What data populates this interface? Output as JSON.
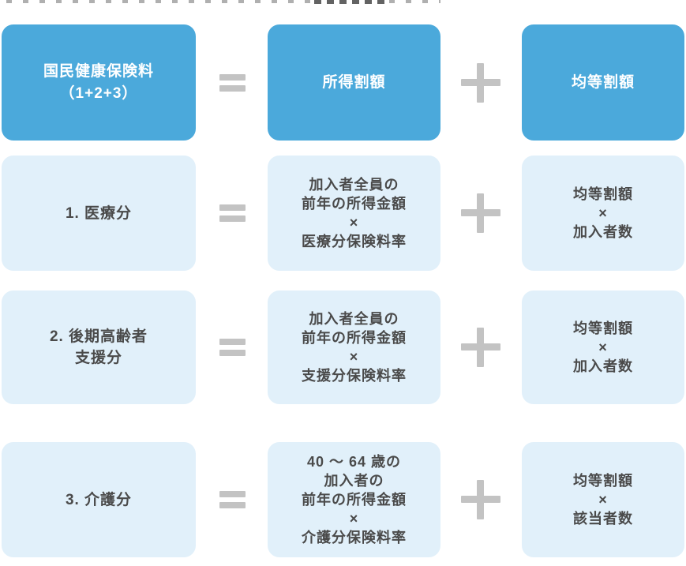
{
  "colors": {
    "primary": "#4BA9DB",
    "light_box": "#E1F0FA",
    "operator": "#C3C3C3",
    "text_dark": "#4A4A4A",
    "text_light": "#FFFFFF"
  },
  "operators": {
    "equals": "=",
    "plus": "+",
    "times": "×"
  },
  "rows": [
    {
      "style": "primary",
      "left": {
        "lines": [
          "国民健康保険料",
          "（1+2+3）"
        ]
      },
      "middle": {
        "lines": [
          "所得割額"
        ]
      },
      "right": {
        "lines": [
          "均等割額"
        ]
      }
    },
    {
      "style": "light",
      "left": {
        "lines": [
          "1. 医療分"
        ]
      },
      "middle": {
        "lines": [
          "加入者全員の",
          "前年の所得金額",
          "×",
          "医療分保険料率"
        ]
      },
      "right": {
        "lines": [
          "均等割額",
          "×",
          "加入者数"
        ]
      }
    },
    {
      "style": "light",
      "left": {
        "lines": [
          "2. 後期高齢者",
          "支援分"
        ]
      },
      "middle": {
        "lines": [
          "加入者全員の",
          "前年の所得金額",
          "×",
          "支援分保険料率"
        ]
      },
      "right": {
        "lines": [
          "均等割額",
          "×",
          "加入者数"
        ]
      }
    },
    {
      "style": "light",
      "left": {
        "lines": [
          "3. 介護分"
        ]
      },
      "middle": {
        "lines": [
          "40 ～ 64 歳の",
          "加入者の",
          "前年の所得金額",
          "×",
          "介護分保険料率"
        ]
      },
      "right": {
        "lines": [
          "均等割額",
          "×",
          "該当者数"
        ]
      }
    }
  ]
}
